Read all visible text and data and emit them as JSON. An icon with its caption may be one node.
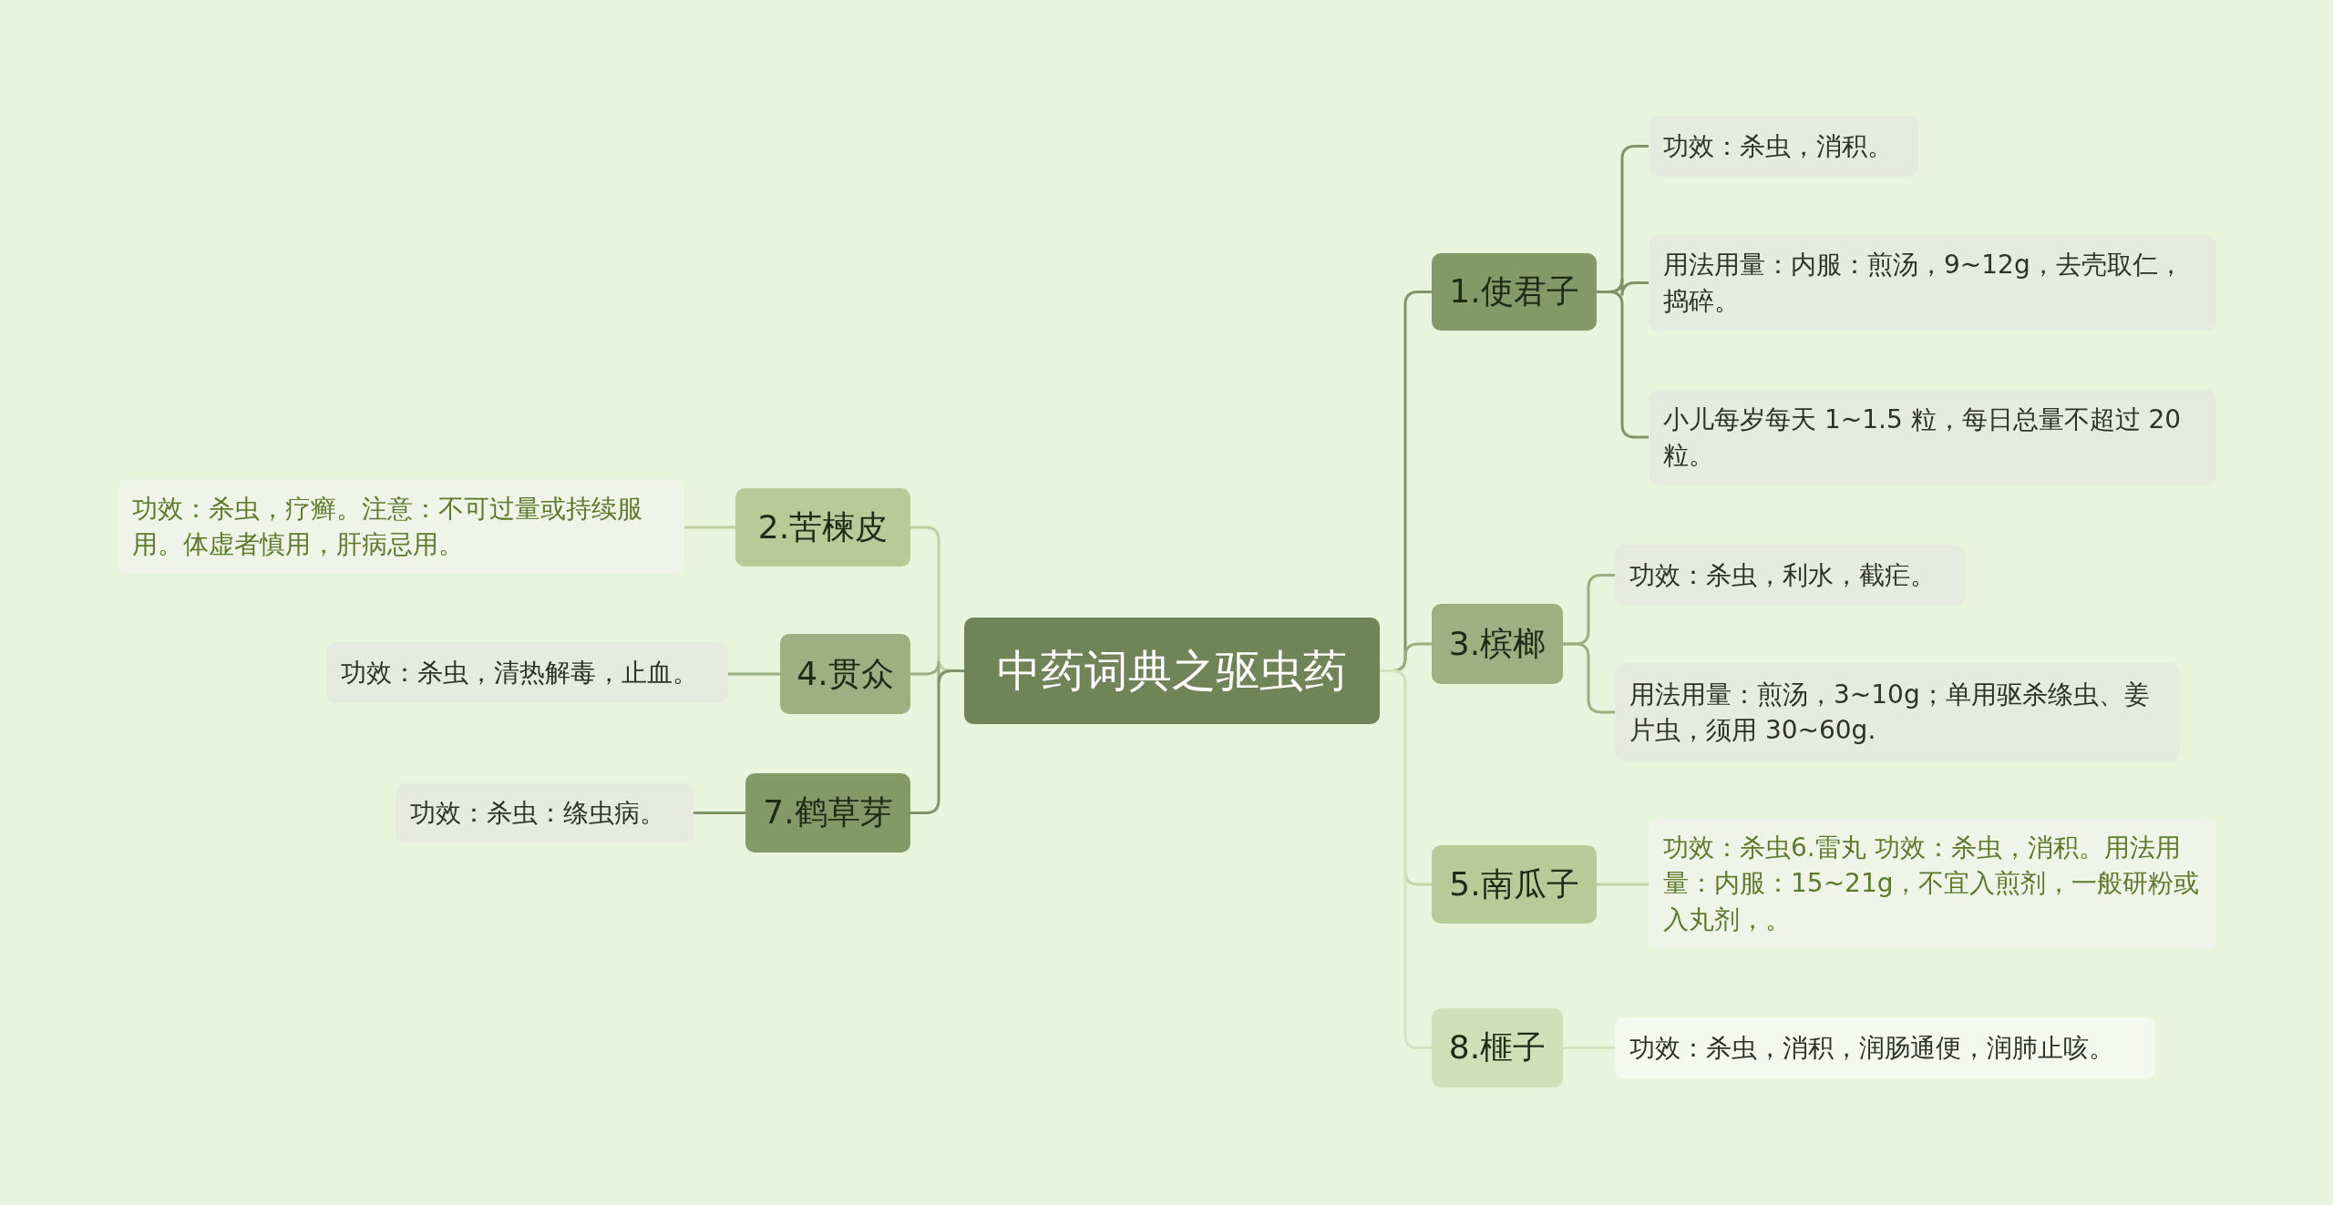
{
  "diagram": {
    "nodes": [
      {
        "text": [
          "中药词典之驱虫药"
        ]
      },
      {
        "text": [
          "1.使君子"
        ]
      },
      {
        "text": [
          "功效：杀虫，消积。"
        ]
      },
      {
        "text": [
          "用法用量：内服：煎汤，9~12g，去壳取仁，捣碎。"
        ]
      },
      {
        "text": [
          "小儿每岁每天 1~1.5 粒，每日总量不超过 20 粒。"
        ]
      },
      {
        "text": [
          "2.苦楝皮"
        ]
      },
      {
        "text": [
          "功效：杀虫，疗癣。注意：不可过量或持续服用。体虚者慎用，肝病忌用。"
        ]
      },
      {
        "text": [
          "3.槟榔"
        ]
      },
      {
        "text": [
          "功效：杀虫，利水，截疟。"
        ]
      },
      {
        "text": [
          "用法用量：煎汤，3~10g；单用驱杀绦虫、姜片虫，须用 30~60g."
        ]
      },
      {
        "text": [
          "4.贯众"
        ]
      },
      {
        "text": [
          "功效：杀虫，清热解毒，止血。"
        ]
      },
      {
        "text": [
          "5.南瓜子"
        ]
      },
      {
        "text": [
          "功效：杀虫6.雷丸 功效：杀虫，消积。用法用量：内服：15~21g，不宜入煎剂，一般研粉或入丸剂，。"
        ]
      },
      {
        "text": [
          "7.鹤草芽"
        ]
      },
      {
        "text": [
          "功效：杀虫：绦虫病。"
        ]
      },
      {
        "text": [
          "8.榧子"
        ]
      },
      {
        "text": [
          "功效：杀虫，消积，润肠通便，润肺止咳。"
        ]
      }
    ],
    "edges": [
      {
        "from": 0,
        "to": 1,
        "arrow": "none",
        "color": "#7f9468"
      },
      {
        "from": 1,
        "to": 2,
        "arrow": "none",
        "color": "#7f9468"
      },
      {
        "from": 1,
        "to": 3,
        "arrow": "none",
        "color": "#7f9468"
      },
      {
        "from": 1,
        "to": 4,
        "arrow": "none",
        "color": "#7f9468"
      },
      {
        "from": 0,
        "to": 5,
        "arrow": "none",
        "color": "#bcd0a2"
      },
      {
        "from": 5,
        "to": 6,
        "arrow": "none",
        "color": "#bcd0a2"
      },
      {
        "from": 0,
        "to": 7,
        "arrow": "none",
        "color": "#9aae80"
      },
      {
        "from": 7,
        "to": 8,
        "arrow": "none",
        "color": "#9aae80"
      },
      {
        "from": 7,
        "to": 9,
        "arrow": "none",
        "color": "#9aae80"
      },
      {
        "from": 0,
        "to": 10,
        "arrow": "none",
        "color": "#9aae80"
      },
      {
        "from": 10,
        "to": 11,
        "arrow": "none",
        "color": "#9aae80"
      },
      {
        "from": 0,
        "to": 12,
        "arrow": "none",
        "color": "#c2d5a8"
      },
      {
        "from": 12,
        "to": 13,
        "arrow": "none",
        "color": "#c2d5a8"
      },
      {
        "from": 0,
        "to": 14,
        "arrow": "none",
        "color": "#7f9468"
      },
      {
        "from": 14,
        "to": 15,
        "arrow": "none",
        "color": "#7f9468"
      },
      {
        "from": 0,
        "to": 16,
        "arrow": "none",
        "color": "#d3e3bf"
      },
      {
        "from": 16,
        "to": 17,
        "arrow": "none",
        "color": "#d3e3bf"
      }
    ]
  }
}
